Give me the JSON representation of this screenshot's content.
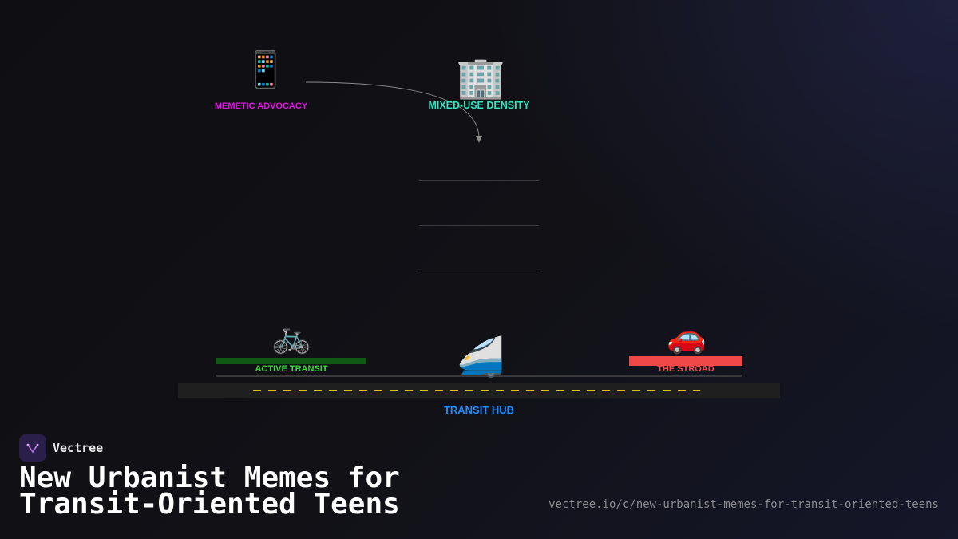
{
  "scene": {
    "nodes": {
      "memetic_advocacy": {
        "label": "MEMETIC ADVOCACY",
        "icon": "mobile-phone-icon",
        "glyph": "📱",
        "color": "#e017e0"
      },
      "mixed_use_density": {
        "label": "MIXED-USE DENSITY",
        "icon": "office-building-icon",
        "glyph": "🏢",
        "color": "#2ee6c0"
      },
      "active_transit": {
        "label": "ACTIVE TRANSIT",
        "icon": "bicycle-icon",
        "glyph": "🚲",
        "color": "#3ddc3d",
        "bar_color": "#0f5a12"
      },
      "the_stroad": {
        "label": "THE STROAD",
        "icon": "car-icon",
        "glyph": "🚗",
        "color": "#ff4a4a",
        "bar_color": "#f04848"
      },
      "transit_hub": {
        "label": "TRANSIT HUB",
        "icon": "high-speed-train-icon",
        "glyph": "🚄",
        "color": "#1a8cff"
      }
    },
    "road_dash_color": "#e8b923"
  },
  "footer": {
    "brand": "Vectree",
    "title_line1": "New Urbanist Memes for",
    "title_line2": "Transit-Oriented Teens",
    "url": "vectree.io/c/new-urbanist-memes-for-transit-oriented-teens"
  }
}
